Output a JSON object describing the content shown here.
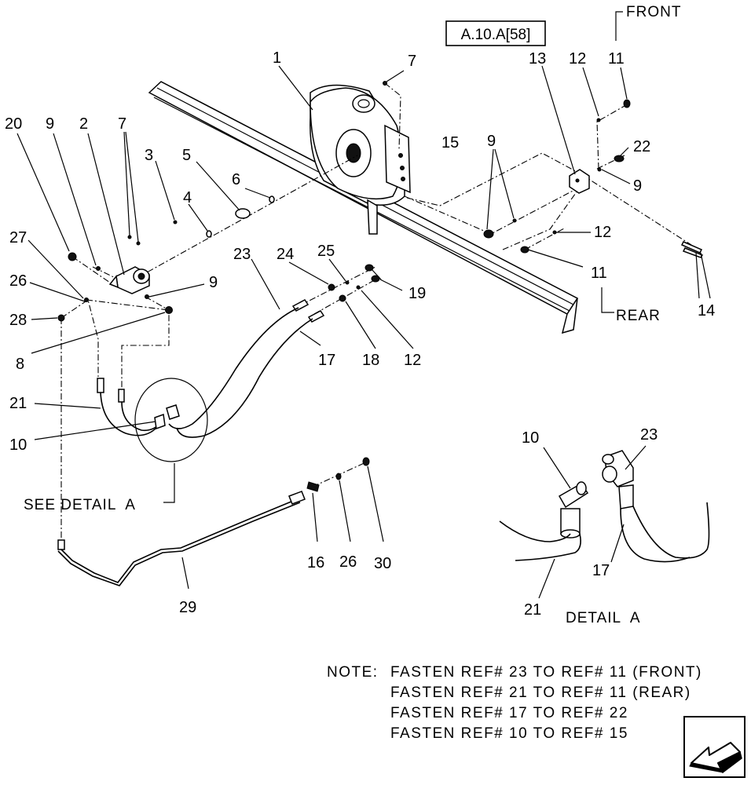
{
  "reference_box": "A.10.A[58]",
  "direction_labels": {
    "front": "FRONT",
    "rear": "REAR"
  },
  "detail_labels": {
    "see_detail": "SEE DETAIL  A",
    "detail_title": "DETAIL  A"
  },
  "callouts": [
    {
      "id": "c1",
      "text": "1"
    },
    {
      "id": "c2",
      "text": "2"
    },
    {
      "id": "c3",
      "text": "3"
    },
    {
      "id": "c4",
      "text": "4"
    },
    {
      "id": "c5",
      "text": "5"
    },
    {
      "id": "c6",
      "text": "6"
    },
    {
      "id": "c7a",
      "text": "7"
    },
    {
      "id": "c7b",
      "text": "7"
    },
    {
      "id": "c8",
      "text": "8"
    },
    {
      "id": "c9a",
      "text": "9"
    },
    {
      "id": "c9b",
      "text": "9"
    },
    {
      "id": "c9c",
      "text": "9"
    },
    {
      "id": "c9d",
      "text": "9"
    },
    {
      "id": "c10a",
      "text": "10"
    },
    {
      "id": "c10b",
      "text": "10"
    },
    {
      "id": "c11a",
      "text": "11"
    },
    {
      "id": "c11b",
      "text": "11"
    },
    {
      "id": "c12a",
      "text": "12"
    },
    {
      "id": "c12b",
      "text": "12"
    },
    {
      "id": "c12c",
      "text": "12"
    },
    {
      "id": "c13",
      "text": "13"
    },
    {
      "id": "c14",
      "text": "14"
    },
    {
      "id": "c15",
      "text": "15"
    },
    {
      "id": "c16",
      "text": "16"
    },
    {
      "id": "c17a",
      "text": "17"
    },
    {
      "id": "c17b",
      "text": "17"
    },
    {
      "id": "c18",
      "text": "18"
    },
    {
      "id": "c19",
      "text": "19"
    },
    {
      "id": "c20",
      "text": "20"
    },
    {
      "id": "c21a",
      "text": "21"
    },
    {
      "id": "c21b",
      "text": "21"
    },
    {
      "id": "c22",
      "text": "22"
    },
    {
      "id": "c23a",
      "text": "23"
    },
    {
      "id": "c23b",
      "text": "23"
    },
    {
      "id": "c24",
      "text": "24"
    },
    {
      "id": "c25",
      "text": "25"
    },
    {
      "id": "c26a",
      "text": "26"
    },
    {
      "id": "c26b",
      "text": "26"
    },
    {
      "id": "c27",
      "text": "27"
    },
    {
      "id": "c28",
      "text": "28"
    },
    {
      "id": "c29",
      "text": "29"
    },
    {
      "id": "c30",
      "text": "30"
    }
  ],
  "notes": {
    "prefix": "NOTE:",
    "lines": [
      "FASTEN REF# 23 TO REF# 11 (FRONT)",
      "FASTEN REF# 21 TO REF# 11 (REAR)",
      "FASTEN REF# 17 TO REF# 22",
      "FASTEN REF# 10 TO REF# 15"
    ]
  }
}
